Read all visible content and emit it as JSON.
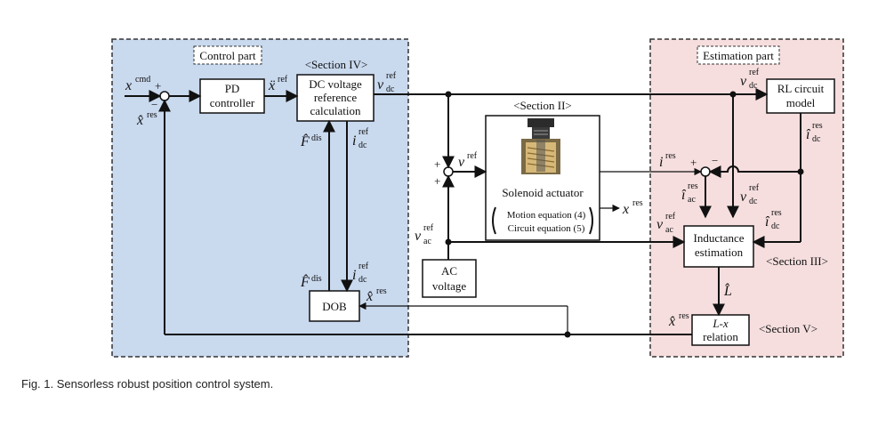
{
  "regions": {
    "control": {
      "label": "Control part",
      "fill": "#c9d9ee",
      "border": "#333333"
    },
    "estimation": {
      "label": "Estimation part",
      "fill": "#f6dede",
      "border": "#333333"
    }
  },
  "blocks": {
    "pd": [
      "PD",
      "controller"
    ],
    "dcv": [
      "DC voltage",
      "reference",
      "calculation"
    ],
    "dob": [
      "DOB"
    ],
    "ac": [
      "AC",
      "voltage"
    ],
    "rl": [
      "RL circuit",
      "model"
    ],
    "ind": [
      "Inductance",
      "estimation"
    ],
    "lx": [
      "L-x",
      "relation"
    ],
    "solenoid_title": "Solenoid actuator",
    "motion_eq": "Motion equation (4)",
    "circuit_eq": "Circuit equation (5)"
  },
  "sections": {
    "s4": "<Section IV>",
    "s2": "<Section II>",
    "s3": "<Section III>",
    "s5": "<Section V>"
  },
  "signals": {
    "x_cmd": {
      "base": "x",
      "sup": "cmd"
    },
    "x_res": {
      "base": "x̂",
      "sup": "res"
    },
    "xdd_ref": {
      "base": "ẍ",
      "sup": "ref"
    },
    "v_dc_ref": {
      "base": "v",
      "sup": "ref",
      "sub": "dc"
    },
    "f_dis": {
      "base": "F̂",
      "sup": "dis"
    },
    "i_dc_ref": {
      "base": "i",
      "sup": "ref",
      "sub": "dc"
    },
    "v_ref": {
      "base": "v",
      "sup": "ref"
    },
    "v_ac_ref": {
      "base": "v",
      "sup": "ref",
      "sub": "ac"
    },
    "x_res_out": {
      "base": "x",
      "sup": "res"
    },
    "i_res": {
      "base": "i",
      "sup": "res"
    },
    "i_ac_res": {
      "base": "î",
      "sup": "res",
      "sub": "ac"
    },
    "i_dc_res": {
      "base": "î",
      "sup": "res",
      "sub": "dc"
    },
    "l_hat": {
      "base": "L̂"
    }
  },
  "signs": {
    "plus": "+",
    "minus": "−"
  },
  "caption": "Fig. 1.  Sensorless robust position control system."
}
